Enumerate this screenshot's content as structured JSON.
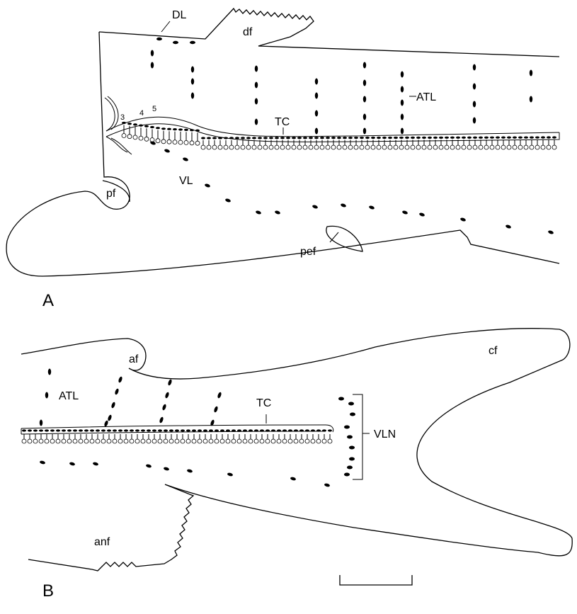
{
  "figure": {
    "panels": [
      {
        "panel_label": "A",
        "labels": {
          "dorsal_line": "DL",
          "dorsal_fin": "df",
          "accessory_transverse_line": "ATL",
          "trunk_canal": "TC",
          "ventral_line": "VL",
          "pectoral_fin": "pf",
          "pelvic_fin": "pef"
        },
        "pore_numbers": [
          "3",
          "4",
          "5"
        ]
      },
      {
        "panel_label": "B",
        "labels": {
          "adipose_fin": "af",
          "accessory_transverse_line": "ATL",
          "trunk_canal": "TC",
          "ventral_line_neuromasts": "VLN",
          "caudal_fin": "cf",
          "anal_fin": "anf"
        }
      }
    ],
    "line_color": "#000000",
    "background_color": "#ffffff"
  }
}
